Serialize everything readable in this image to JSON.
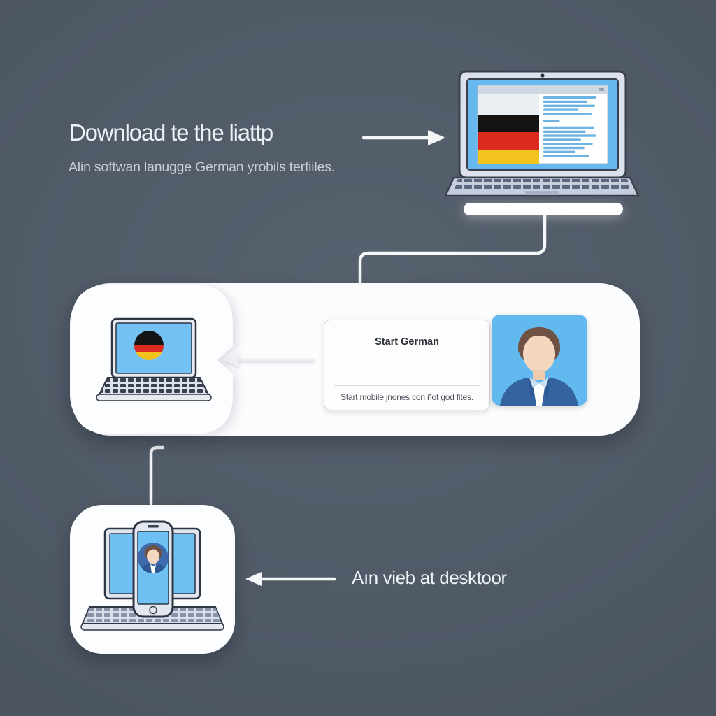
{
  "step1": {
    "heading": "Download te the liattp",
    "subheading": "Alin softwan lanugge German yrobils terfiiles."
  },
  "step2": {
    "card": {
      "title": "Start German",
      "subtitle": "Start mobile jnones con ñot god fites."
    }
  },
  "step3": {
    "label": "Aın vieb at desktoor"
  },
  "palette": {
    "background": "#4d5663",
    "panel_white": "#fbfcfd",
    "screen_blue": "#66b8ee",
    "avatar_card_blue": "#62b9ef",
    "phone_avatar_circle_blue": "#3d6bad",
    "flag_black": "#141414",
    "flag_red": "#dc2a1e",
    "flag_gold": "#f2c31d",
    "suit_blue": "#33649f",
    "arrow_white": "#f5f6f8",
    "heading_text": "#edf0f4",
    "muted_text": "#c7cdd6",
    "card_title_text": "#2c3038",
    "card_subtitle_text": "#4d525b",
    "doc_line_blue": "#6fb3e3"
  },
  "icons": {
    "laptop_browser": "laptop showing German flag webpage",
    "laptop_flag_circle": "laptop with round German flag on screen",
    "person_avatar": "faceless man in blue suit",
    "desktop_with_phone": "monitor and smartphone with avatar",
    "arrow_right": "right arrow",
    "arrow_left": "left arrow"
  },
  "illustrations": {
    "document_lines": [
      0.9,
      0.75,
      0.88,
      0.6,
      0.82,
      "gap",
      0.28,
      "gap",
      0.86,
      0.72,
      0.9,
      0.64,
      0.84,
      0.7,
      0.55,
      0.78
    ]
  }
}
